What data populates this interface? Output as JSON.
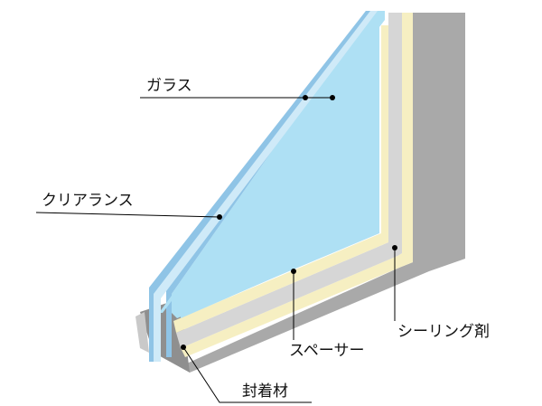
{
  "labels": {
    "glass": "ガラス",
    "clearance": "クリアランス",
    "sealant": "シーリング剤",
    "spacer": "スペーサー",
    "adhesive": "封着材"
  },
  "colors": {
    "frame_face": "#a9a9a9",
    "frame_side": "#8f8f8f",
    "frame_top": "#c9c9c9",
    "spacer_face": "#d6d6d6",
    "spacer_edge": "#b9b9b9",
    "sealant": "#f6efc2",
    "sealant_edge": "#e4d9a0",
    "glass_fill": "#aee0f4",
    "glass_edge": "#8fc4e6",
    "glass_edge_light": "#cfeaf8",
    "line": "#000000"
  }
}
